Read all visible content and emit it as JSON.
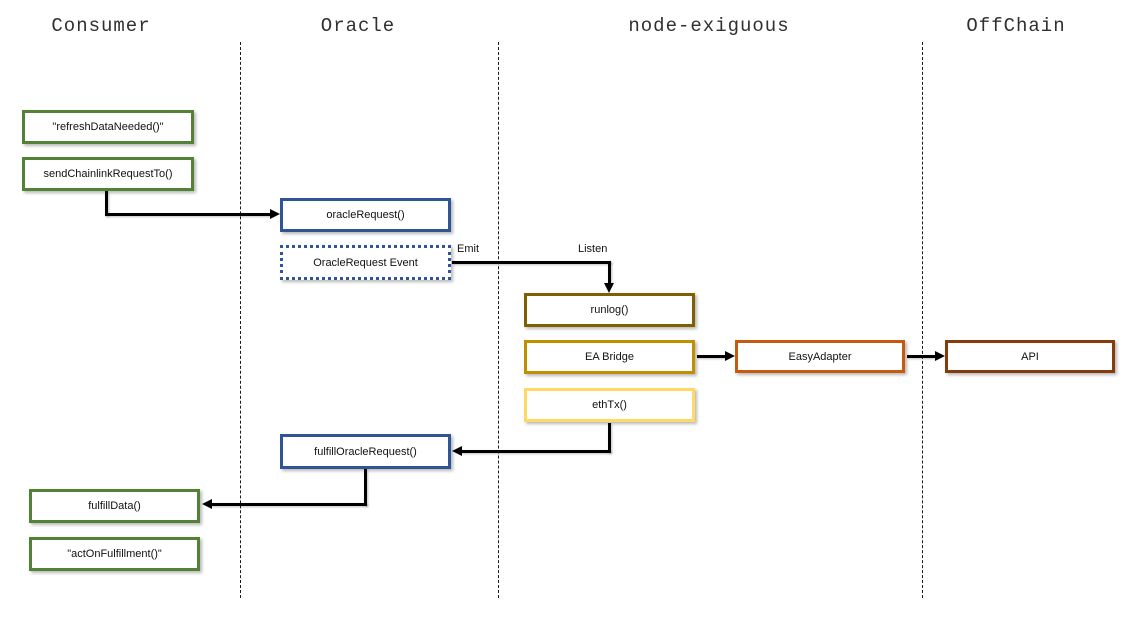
{
  "diagram": {
    "lane_headers": [
      {
        "label": "Consumer"
      },
      {
        "label": "Oracle"
      },
      {
        "label": "node-exiguous"
      },
      {
        "label": "OffChain"
      }
    ],
    "nodes": {
      "refresh_data_needed": "\"refreshDataNeeded()\"",
      "send_chainlink_request_to": "sendChainlinkRequestTo()",
      "oracle_request": "oracleRequest()",
      "oracle_request_event": "OracleRequest Event",
      "runlog": "runlog()",
      "ea_bridge": "EA Bridge",
      "eth_tx": "ethTx()",
      "easy_adapter": "EasyAdapter",
      "api": "API",
      "fulfill_oracle_request": "fulfillOracleRequest()",
      "fulfill_data": "fulfillData()",
      "act_on_fulfillment": "\"actOnFulfillment()\""
    },
    "edge_labels": {
      "emit": "Emit",
      "listen": "Listen"
    },
    "colors": {
      "consumer_green": "#538135",
      "oracle_blue": "#2F5597",
      "runlog_dark_gold": "#7F6000",
      "ea_bridge_gold": "#BF9000",
      "eth_tx_light_gold": "#FFD966",
      "easy_adapter_orange": "#C55A11",
      "api_brown": "#843C0C",
      "arrow": "#000000"
    }
  }
}
